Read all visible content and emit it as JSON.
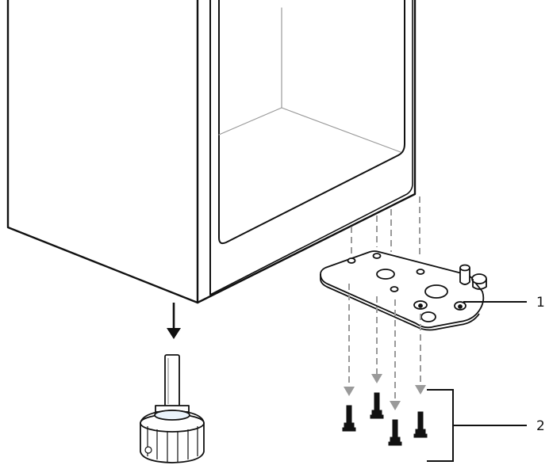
{
  "callouts": [
    {
      "number": "1",
      "part": "hinge-bracket"
    },
    {
      "number": "2",
      "part": "screws"
    }
  ],
  "colors": {
    "outline": "#111111",
    "dashed_guides": "#9a9a9a",
    "inner_lines": "#999999",
    "background": "#ffffff"
  },
  "icons": {
    "down-arrow": "arrow",
    "screw": "hex-flange-screw",
    "leveling-foot": "adjustable-foot"
  }
}
